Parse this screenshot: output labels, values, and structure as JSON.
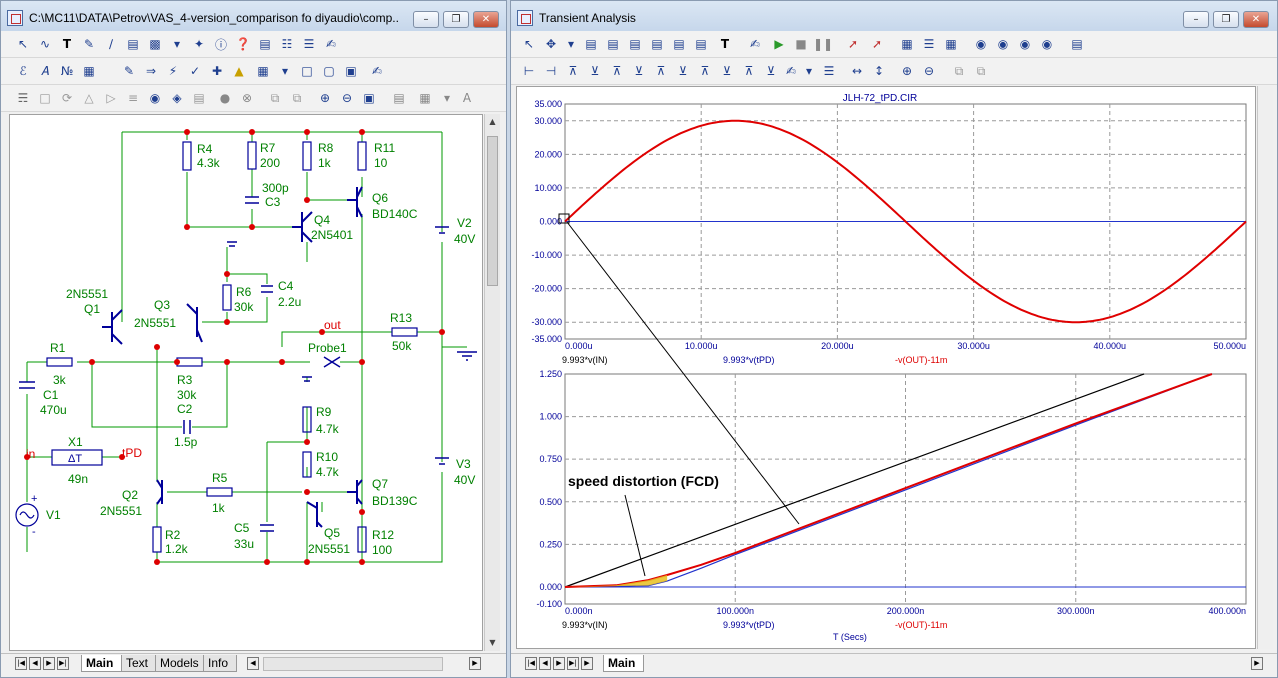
{
  "left_window": {
    "title": "C:\\MC11\\DATA\\Petrov\\VAS_4-version_comparison fo diyaudio\\comp...",
    "sheet_tabs": [
      "Main",
      "Text",
      "Models",
      "Info"
    ],
    "active_tab": "Main"
  },
  "right_window": {
    "title": "Transient Analysis",
    "sheet_tabs": [
      "Main"
    ],
    "active_tab": "Main"
  },
  "schematic": {
    "resistors": [
      {
        "ref": "R4",
        "value": "4.3k"
      },
      {
        "ref": "R7",
        "value": "200"
      },
      {
        "ref": "R8",
        "value": "1k"
      },
      {
        "ref": "R11",
        "value": "10"
      },
      {
        "ref": "R6",
        "value": "30k"
      },
      {
        "ref": "R13",
        "value": "50k"
      },
      {
        "ref": "R1",
        "value": "3k"
      },
      {
        "ref": "R3",
        "value": "30k"
      },
      {
        "ref": "R9",
        "value": "4.7k"
      },
      {
        "ref": "R10",
        "value": "4.7k"
      },
      {
        "ref": "R5",
        "value": "1k"
      },
      {
        "ref": "R2",
        "value": "1.2k"
      },
      {
        "ref": "R12",
        "value": "100"
      }
    ],
    "capacitors": [
      {
        "ref": "C3",
        "value": "300p"
      },
      {
        "ref": "C4",
        "value": "2.2u"
      },
      {
        "ref": "C1",
        "value": "470u"
      },
      {
        "ref": "C2",
        "value": "1.5p"
      },
      {
        "ref": "C5",
        "value": "33u"
      }
    ],
    "transistors": [
      {
        "ref": "Q1",
        "model": "2N5551"
      },
      {
        "ref": "Q3",
        "model": "2N5551"
      },
      {
        "ref": "Q4",
        "model": "2N5401"
      },
      {
        "ref": "Q6",
        "model": "BD140C"
      },
      {
        "ref": "Q2",
        "model": "2N5551"
      },
      {
        "ref": "Q5",
        "model": "2N5551"
      },
      {
        "ref": "Q7",
        "model": "BD139C"
      }
    ],
    "sources": [
      {
        "ref": "V2",
        "value": "40V"
      },
      {
        "ref": "V3",
        "value": "40V"
      },
      {
        "ref": "V1",
        "value": ""
      }
    ],
    "delay": {
      "ref": "X1",
      "value": "49n",
      "symbol": "ΔT"
    },
    "probe": "Probe1",
    "node_labels": [
      "out",
      "in",
      "tPD"
    ],
    "plus_sign": "+",
    "minus_sign": "-"
  },
  "chart_data": [
    {
      "type": "line",
      "title": "JLH-72_tPD.CIR",
      "xlim": [
        0,
        50
      ],
      "ylim": [
        -35,
        35
      ],
      "x_ticks": [
        "0.000u",
        "10.000u",
        "20.000u",
        "30.000u",
        "40.000u",
        "50.000u"
      ],
      "x_tick_values": [
        0,
        10,
        20,
        30,
        40,
        50
      ],
      "y_ticks": [
        "35.000",
        "30.000",
        "20.000",
        "10.000",
        "0.000",
        "-10.000",
        "-20.000",
        "-30.000",
        "-35.000"
      ],
      "y_tick_values": [
        35,
        30,
        20,
        10,
        0,
        -10,
        -20,
        -30,
        -35
      ],
      "grid": true,
      "series": [
        {
          "name": "9.993*v(IN)",
          "color": "#000000",
          "x": [
            0,
            6.25,
            12.5,
            18.75,
            25,
            31.25,
            37.5,
            43.75,
            50
          ],
          "y": [
            0,
            21.2,
            30,
            21.2,
            0,
            -21.2,
            -30,
            -21.2,
            0
          ]
        },
        {
          "name": "9.993*v(tPD)",
          "color": "#2233cc",
          "x": [
            0,
            6.25,
            12.5,
            18.75,
            25,
            31.25,
            37.5,
            43.75,
            50
          ],
          "y": [
            0,
            21.2,
            30,
            21.2,
            0,
            -21.2,
            -30,
            -21.2,
            0
          ]
        },
        {
          "name": "-v(OUT)-11m",
          "color": "#e00000",
          "x": [
            0,
            6.25,
            12.5,
            18.75,
            25,
            31.25,
            37.5,
            43.75,
            50
          ],
          "y": [
            0,
            21.2,
            30,
            21.2,
            0,
            -21.2,
            -30,
            -21.2,
            0
          ]
        }
      ]
    },
    {
      "type": "line",
      "xlim": [
        0,
        400
      ],
      "ylim": [
        -0.1,
        1.25
      ],
      "x_ticks": [
        "0.000n",
        "100.000n",
        "200.000n",
        "300.000n",
        "400.000n"
      ],
      "x_tick_values": [
        0,
        100,
        200,
        300,
        400
      ],
      "y_ticks": [
        "1.250",
        "1.000",
        "0.750",
        "0.500",
        "0.250",
        "0.000",
        "-0.100"
      ],
      "y_tick_values": [
        1.25,
        1.0,
        0.75,
        0.5,
        0.25,
        0.0,
        -0.1
      ],
      "xlabel": "T (Secs)",
      "grid": true,
      "annotation": "speed distortion (FCD)",
      "series": [
        {
          "name": "9.993*v(IN)",
          "color": "#000000",
          "x": [
            0,
            400
          ],
          "y": [
            0,
            1.47
          ]
        },
        {
          "name": "9.993*v(tPD)",
          "color": "#2233cc",
          "x": [
            0,
            49,
            60,
            80,
            100,
            200,
            300,
            380
          ],
          "y": [
            0,
            0.008,
            0.035,
            0.11,
            0.19,
            0.57,
            0.95,
            1.25
          ]
        },
        {
          "name": "-v(OUT)-11m",
          "color": "#e00000",
          "x": [
            0,
            30,
            49,
            60,
            80,
            100,
            200,
            300,
            380
          ],
          "y": [
            0,
            0.01,
            0.04,
            0.07,
            0.13,
            0.2,
            0.58,
            0.96,
            1.25
          ]
        }
      ]
    }
  ]
}
